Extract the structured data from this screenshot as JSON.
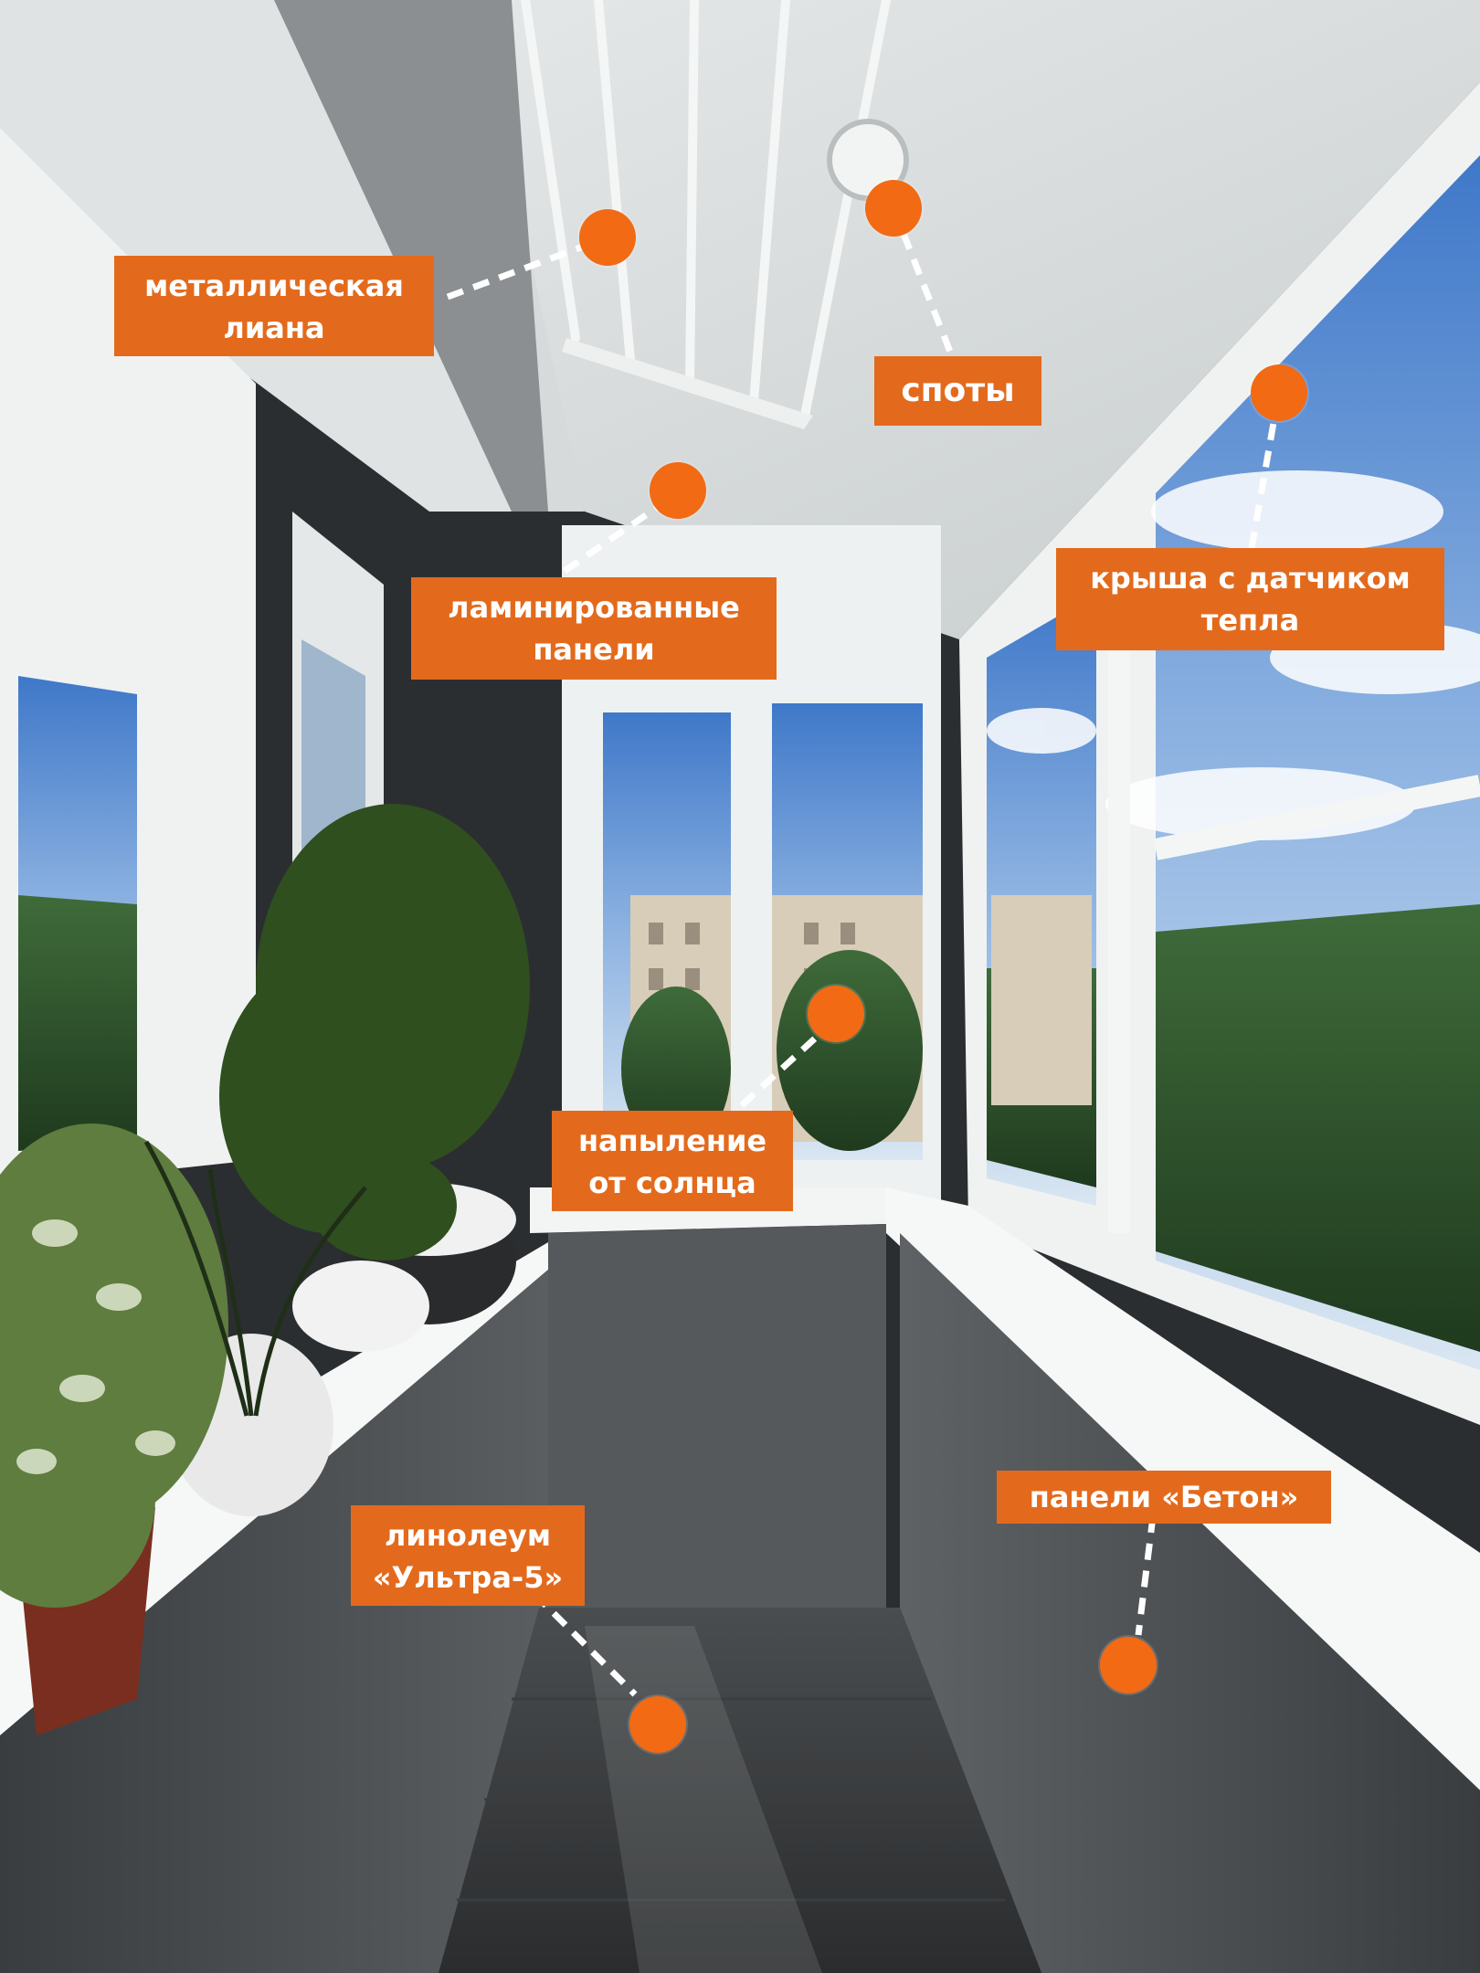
{
  "callouts": {
    "metal_liana": {
      "line1": "металлическая",
      "line2": "лиана"
    },
    "spots": {
      "line1": "споты"
    },
    "laminated_panels": {
      "line1": "ламинированные",
      "line2": "панели"
    },
    "roof_sensor": {
      "line1": "крыша с датчиком",
      "line2": "тепла"
    },
    "sun_coating": {
      "line1": "напыление",
      "line2": "от солнца"
    },
    "linoleum": {
      "line1": "линолеум",
      "line2": "«Ультра-5»"
    },
    "concrete_panels": {
      "line1": "панели «Бетон»"
    }
  },
  "colors": {
    "accent": "#e36a1c",
    "dot": "#f26a14",
    "label_text": "#ffffff",
    "leader": "#ffffff"
  }
}
